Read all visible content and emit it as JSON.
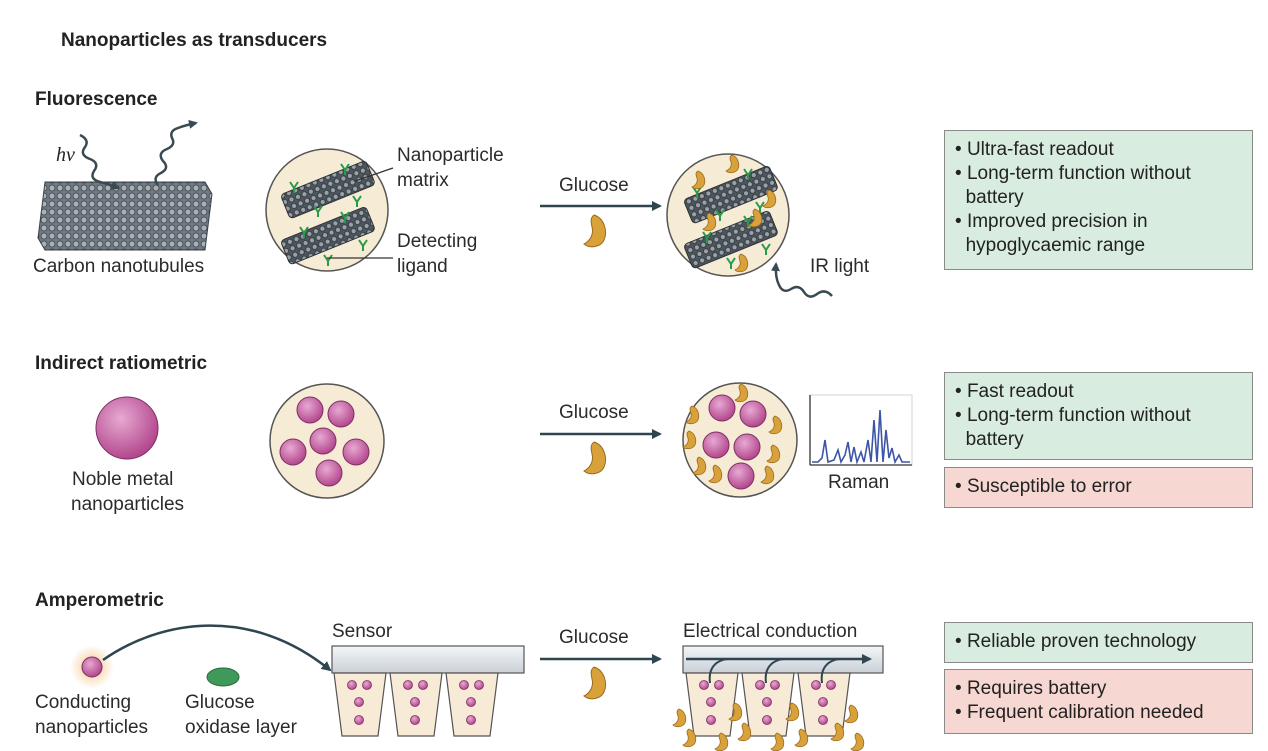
{
  "title": "Nanoparticles as transducers",
  "sections": {
    "fluorescence": {
      "heading": "Fluorescence",
      "hv": "hv",
      "carbon_label": "Carbon nanotubules",
      "nanoparticle_matrix": [
        "Nanoparticle",
        "matrix"
      ],
      "detecting_ligand": [
        "Detecting",
        "ligand"
      ],
      "glucose_label": "Glucose",
      "ir_label": "IR light",
      "pros": [
        "Ultra-fast readout",
        "Long-term function without",
        "battery",
        "Improved precision in",
        "hypoglycaemic range"
      ]
    },
    "ratiometric": {
      "heading": "Indirect ratiometric",
      "noble_label": [
        "Noble metal",
        "nanoparticles"
      ],
      "glucose_label": "Glucose",
      "raman_label": "Raman",
      "pros": [
        "Fast readout",
        "Long-term function without",
        "battery"
      ],
      "cons": [
        "Susceptible to error"
      ]
    },
    "amperometric": {
      "heading": "Amperometric",
      "sensor_label": "Sensor",
      "glucose_label": "Glucose",
      "electrical_label": "Electrical conduction",
      "conducting_label": [
        "Conducting",
        "nanoparticles"
      ],
      "oxidase_label": [
        "Glucose",
        "oxidase layer"
      ],
      "pros": [
        "Reliable proven technology"
      ],
      "cons": [
        "Requires battery",
        "Frequent calibration needed"
      ]
    }
  },
  "colors": {
    "pros_box": "#d9ece0",
    "cons_box": "#f6d7d1",
    "arrow": "#2f4550",
    "glucose": "#d9a13a",
    "nanoparticle": "#c95a9e",
    "ligand": "#2a9a4a",
    "capsule": "#f6ebd4"
  }
}
